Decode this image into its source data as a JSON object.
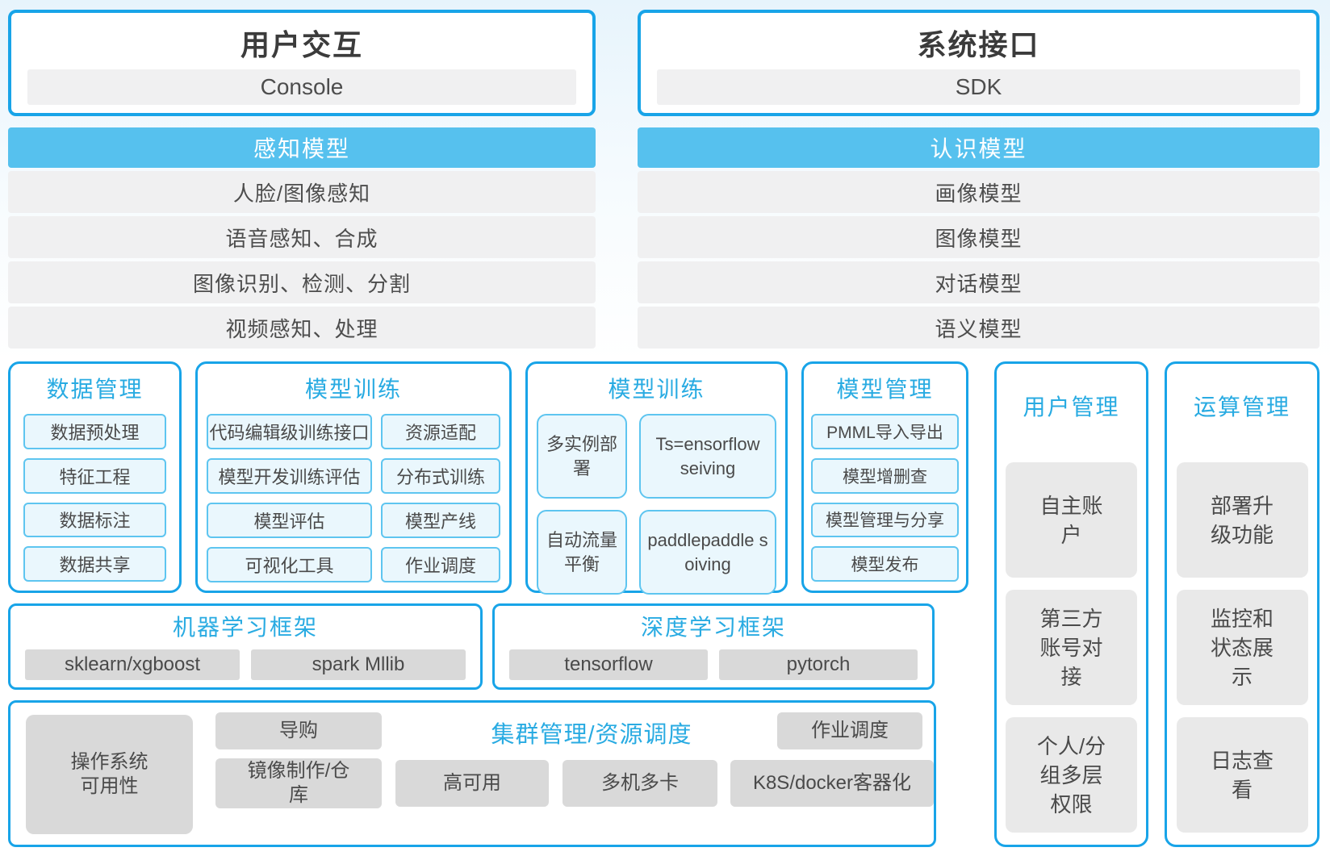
{
  "colors": {
    "accent_blue": "#29abe2",
    "border_blue": "#18a4e8",
    "header_bar_bg": "#56c1ee",
    "row_bar_bg": "#f0f0f1",
    "item_blue_bg": "#eaf7fd",
    "item_blue_border": "#5ec5f0",
    "item_gray_bg": "#d9d9d9",
    "item_gray_light_bg": "#e9e9e9"
  },
  "top": {
    "left": {
      "title": "用户交互",
      "bar": "Console"
    },
    "right": {
      "title": "系统接口",
      "bar": "SDK"
    }
  },
  "perception": {
    "header": "感知模型",
    "rows": [
      "人脸/图像感知",
      "语音感知、合成",
      "图像识别、检测、分割",
      "视频感知、处理"
    ]
  },
  "cognition": {
    "header": "认识模型",
    "rows": [
      "画像模型",
      "图像模型",
      "对话模型",
      "语义模型"
    ]
  },
  "data_mgmt": {
    "title": "数据管理",
    "items": [
      "数据预处理",
      "特征工程",
      "数据标注",
      "数据共享"
    ]
  },
  "model_training_1": {
    "title": "模型训练",
    "items": [
      "代码编辑级训练接口",
      "资源适配",
      "模型开发训练评估",
      "分布式训练",
      "模型评估",
      "模型产线",
      "可视化工具",
      "作业调度"
    ]
  },
  "model_training_2": {
    "title": "模型训练",
    "items": [
      "多实例部署",
      "Ts=ensorflow seiving",
      "自动流量平衡",
      "paddlepaddle soiving"
    ]
  },
  "model_mgmt": {
    "title": "模型管理",
    "items": [
      "PMML导入导出",
      "模型增删查",
      "模型管理与分享",
      "模型发布"
    ]
  },
  "user_mgmt": {
    "title": "用户管理",
    "items": [
      "自主账户",
      "第三方账号对接",
      "个人/分组多层权限"
    ]
  },
  "ops_mgmt": {
    "title": "运算管理",
    "items": [
      "部署升级功能",
      "监控和状态展示",
      "日志查看"
    ]
  },
  "ml_framework": {
    "title": "机器学习框架",
    "items": [
      "sklearn/xgboost",
      "spark Mllib"
    ]
  },
  "dl_framework": {
    "title": "深度学习框架",
    "items": [
      "tensorflow",
      "pytorch"
    ]
  },
  "cluster": {
    "title": "集群管理/资源调度",
    "os": "操作系统可用性",
    "shopping_guide": "导购",
    "job_schedule": "作业调度",
    "image_build_repo": "镜像制作/仓库",
    "high_availability": "高可用",
    "multi_machine_card": "多机多卡",
    "k8s_docker": "K8S/docker客器化"
  }
}
